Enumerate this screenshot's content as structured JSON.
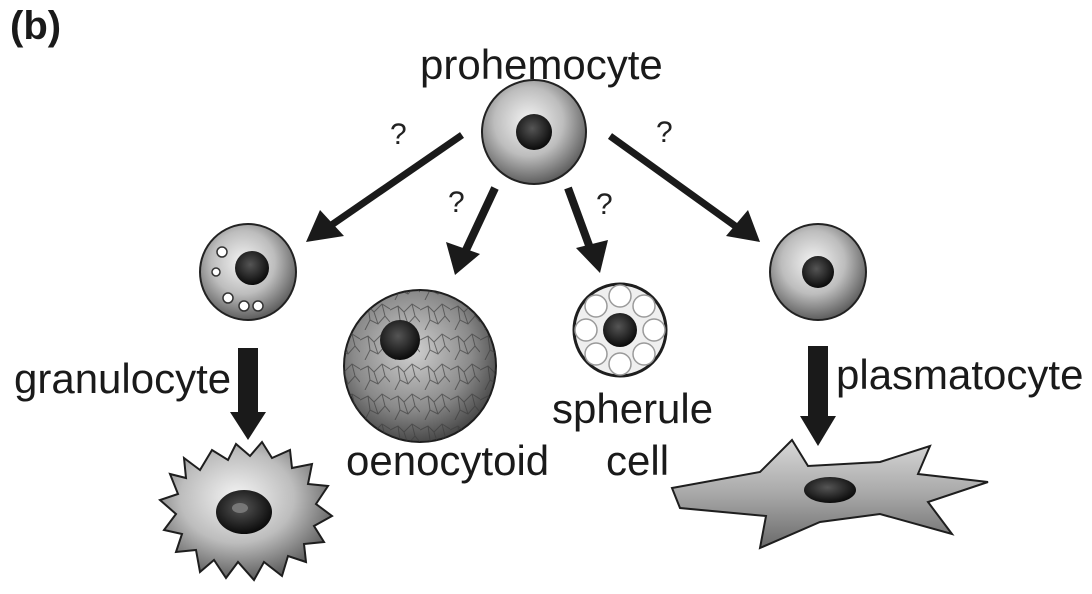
{
  "panel_label": "(b)",
  "labels": {
    "prohemocyte": "prohemocyte",
    "granulocyte": "granulocyte",
    "oenocytoid": "oenocytoid",
    "spherule_line1": "spherule",
    "spherule_line2": "cell",
    "plasmatocyte": "plasmatocyte"
  },
  "question_marks": [
    "?",
    "?",
    "?",
    "?"
  ],
  "colors": {
    "arrow": "#1a1a1a",
    "cell_light": "#f2f2f2",
    "cell_dark": "#6a6a6a",
    "nucleus": "#111111"
  }
}
